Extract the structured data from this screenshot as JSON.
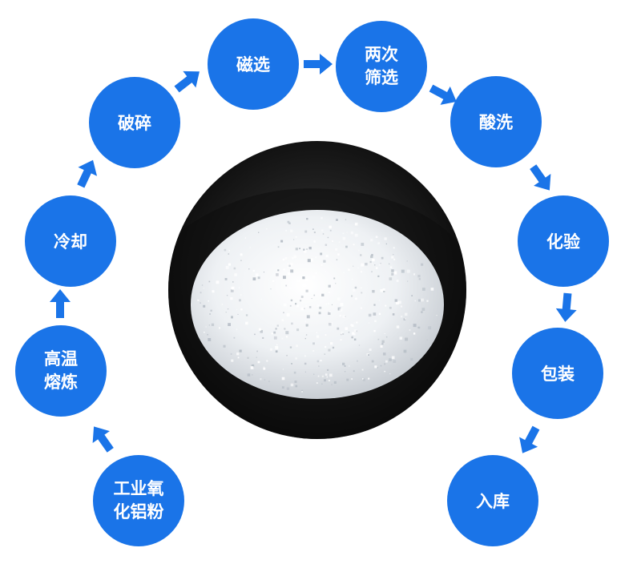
{
  "diagram": {
    "nodes": [
      {
        "id": "raw",
        "lines": [
          "工业氧",
          "化铝粉"
        ]
      },
      {
        "id": "smelt",
        "lines": [
          "高温",
          "熔炼"
        ]
      },
      {
        "id": "cool",
        "lines": [
          "冷却"
        ]
      },
      {
        "id": "crush",
        "lines": [
          "破碎"
        ]
      },
      {
        "id": "magnetic",
        "lines": [
          "磁选"
        ]
      },
      {
        "id": "screen",
        "lines": [
          "两次",
          "筛选"
        ]
      },
      {
        "id": "acid",
        "lines": [
          "酸洗"
        ]
      },
      {
        "id": "test",
        "lines": [
          "化验"
        ]
      },
      {
        "id": "pack",
        "lines": [
          "包装"
        ]
      },
      {
        "id": "store",
        "lines": [
          "入库"
        ]
      }
    ],
    "colors": {
      "node_fill": "#1a74e8",
      "arrow": "#1a74e8",
      "bowl": "#111111",
      "crystal": "#f4f6f8"
    },
    "center_image": "white-fused-alumina-grains-in-black-bowl"
  }
}
